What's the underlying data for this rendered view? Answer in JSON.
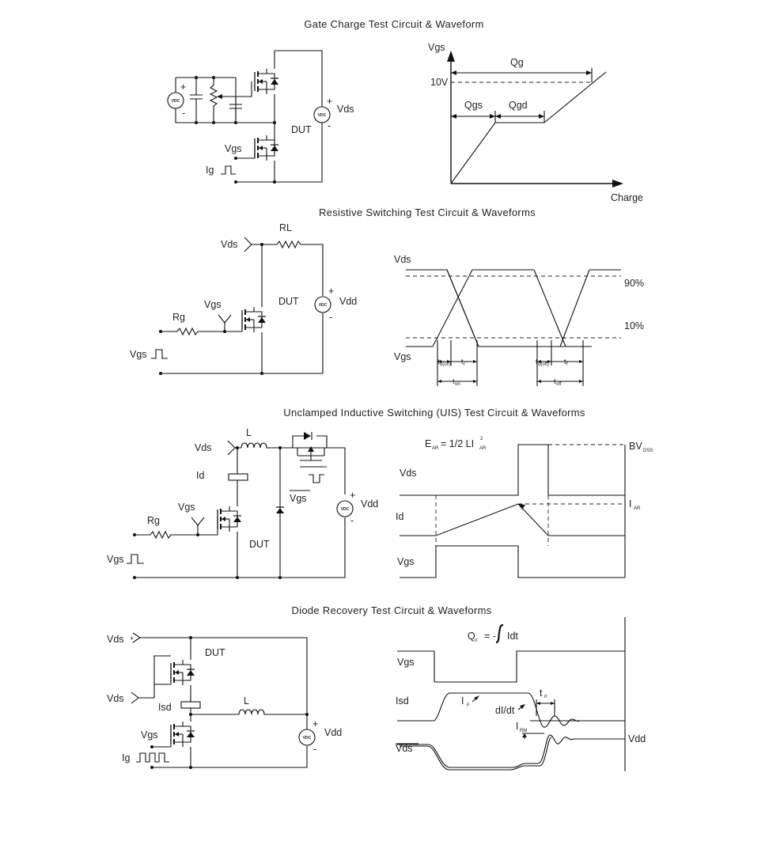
{
  "sections": {
    "gate": {
      "title": "Gate Charge Test Circuit & Waveform",
      "circuit": {
        "vdc": "VDC",
        "plus": "+",
        "minus": "-",
        "vds": "Vds",
        "dut": "DUT",
        "vgs": "Vgs",
        "ig": "Ig"
      },
      "wave": {
        "vgs": "Vgs",
        "qg": "Qg",
        "v10": "10V",
        "qgs": "Qgs",
        "qgd": "Qgd",
        "charge": "Charge"
      }
    },
    "resistive": {
      "title": "Resistive Switching Test Circuit & Waveforms",
      "circuit": {
        "vds": "Vds",
        "rl": "RL",
        "vgs": "Vgs",
        "dut": "DUT",
        "rg": "Rg",
        "vdd": "Vdd",
        "vdc": "VDC",
        "plus": "+",
        "minus": "-",
        "vgs_pulse": "Vgs"
      },
      "wave": {
        "vds": "Vds",
        "vgs": "Vgs",
        "p90": "90%",
        "p10": "10%",
        "t": "t",
        "sub_don": "d(on)",
        "tr_sub": "r",
        "sub_on": "on",
        "sub_doff": "d(off)",
        "tf_sub": "f",
        "sub_off": "off"
      }
    },
    "uis": {
      "title": "Unclamped Inductive Switching (UIS) Test Circuit & Waveforms",
      "circuit": {
        "l": "L",
        "vds": "Vds",
        "id": "Id",
        "vgs": "Vgs",
        "vgs_bar": "Vgs",
        "rg": "Rg",
        "dut": "DUT",
        "vdd": "Vdd",
        "vdc": "VDC",
        "plus": "+",
        "minus": "-",
        "vgs_pulse": "Vgs"
      },
      "wave": {
        "e": "E",
        "e_sub": "AR",
        "eq": "= 1/2 LI",
        "eq_sup": "2",
        "eq_sub": "AR",
        "bv": "BV",
        "bv_sub": "DSS",
        "i": "I",
        "i_sub": "AR",
        "vds": "Vds",
        "id": "Id",
        "vgs": "Vgs"
      }
    },
    "diode": {
      "title": "Diode Recovery Test Circuit & Waveforms",
      "circuit": {
        "vds_top": "Vds",
        "dut": "DUT",
        "vds_mid": "Vds",
        "isd": "Isd",
        "l": "L",
        "vgs": "Vgs",
        "ig": "Ig",
        "vdd": "Vdd",
        "vdc": "VDC",
        "plus": "+",
        "minus": "-",
        "vds_plus": "+",
        "vds_minus": "-"
      },
      "wave": {
        "q": "Q",
        "q_sub": "rr",
        "q_eq": "= -",
        "q_int": "Idt",
        "vgs": "Vgs",
        "isd": "Isd",
        "if": "I",
        "if_sub": "F",
        "didt": "dI/dt",
        "t": "t",
        "trr_sub": "rr",
        "irm": "I",
        "irm_sub": "RM",
        "vds": "Vds",
        "vdd": "Vdd"
      }
    }
  }
}
